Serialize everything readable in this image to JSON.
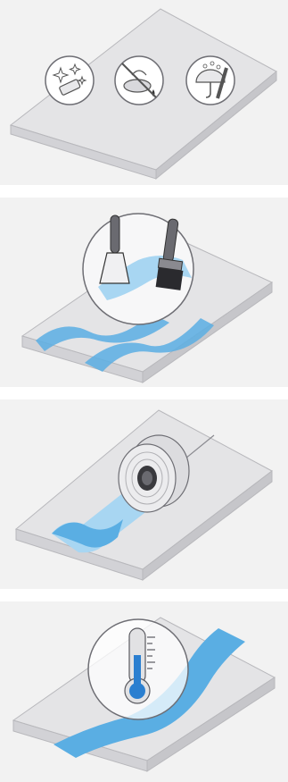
{
  "colors": {
    "panel_bg": "#f2f2f2",
    "slab_top": "#e4e4e6",
    "slab_edge": "#cfcfd2",
    "outline": "#6e6e74",
    "sealant_blue": "#5aaee3",
    "sealant_light": "#a8d6f2",
    "thermo_blue": "#2b7fd0"
  },
  "steps": [
    {
      "id": "step-1",
      "icons": [
        "cleaning-sparkle-icon",
        "no-grease-icon",
        "no-rain-icon"
      ]
    },
    {
      "id": "step-2",
      "icons": [
        "putty-knife-icon",
        "paint-brush-icon"
      ]
    },
    {
      "id": "step-3",
      "icons": [
        "tape-roll-icon"
      ]
    },
    {
      "id": "step-4",
      "icons": [
        "thermometer-icon"
      ]
    }
  ]
}
